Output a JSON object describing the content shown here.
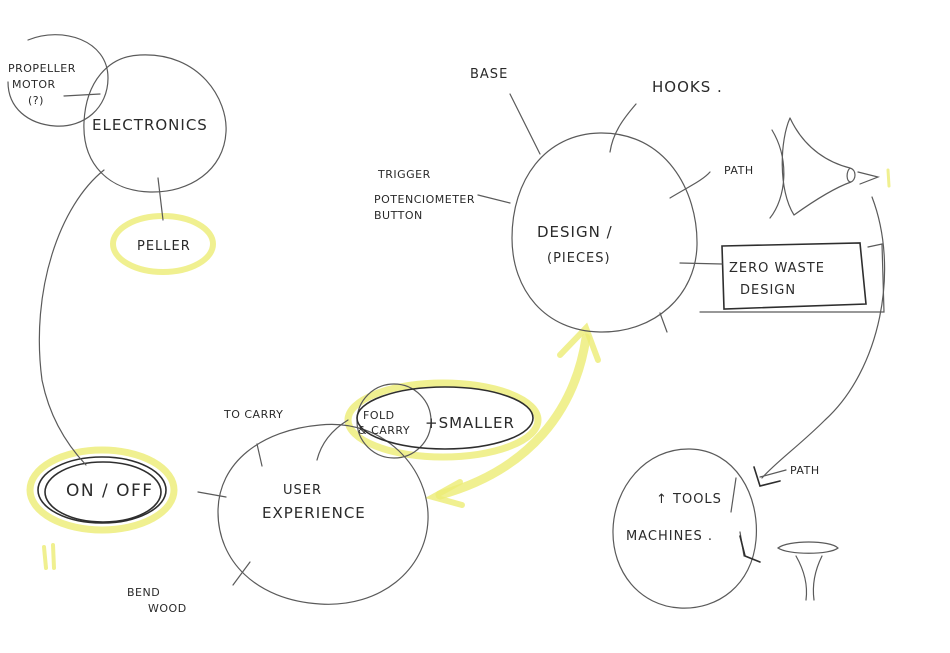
{
  "nodes": {
    "electronics": "ELECTRONICS",
    "peller": "PELLER",
    "on_off": "ON / OFF",
    "user_experience_1": "USER",
    "user_experience_2": "EXPERIENCE",
    "design_1": "DESIGN /",
    "design_2": "(PIECES)",
    "tools": "↑ TOOLS",
    "machines": "MACHINES ."
  },
  "labels": {
    "propeller_motor_1": "PROPELLER",
    "propeller_motor_2": "MOTOR",
    "propeller_motor_3": "(?)",
    "base": "BASE",
    "hooks": "HOOKS .",
    "trigger": "TRIGGER",
    "potenciometer": "POTENCIOMETER",
    "button": "BUTTON",
    "path_top": "PATH",
    "zero_waste_1": "ZERO WASTE",
    "zero_waste_2": "DESIGN",
    "to_carry": "TO CARRY",
    "fold_carry_1": "FOLD",
    "fold_carry_2": "& CARRY",
    "smaller": "+SMALLER",
    "bend_wood_1": "BEND",
    "bend_wood_2": "WOOD",
    "path_bottom": "PATH"
  },
  "colors": {
    "pencil": "#5a5a5a",
    "ink": "#2a2a2a",
    "highlighter": "#ecec74"
  }
}
